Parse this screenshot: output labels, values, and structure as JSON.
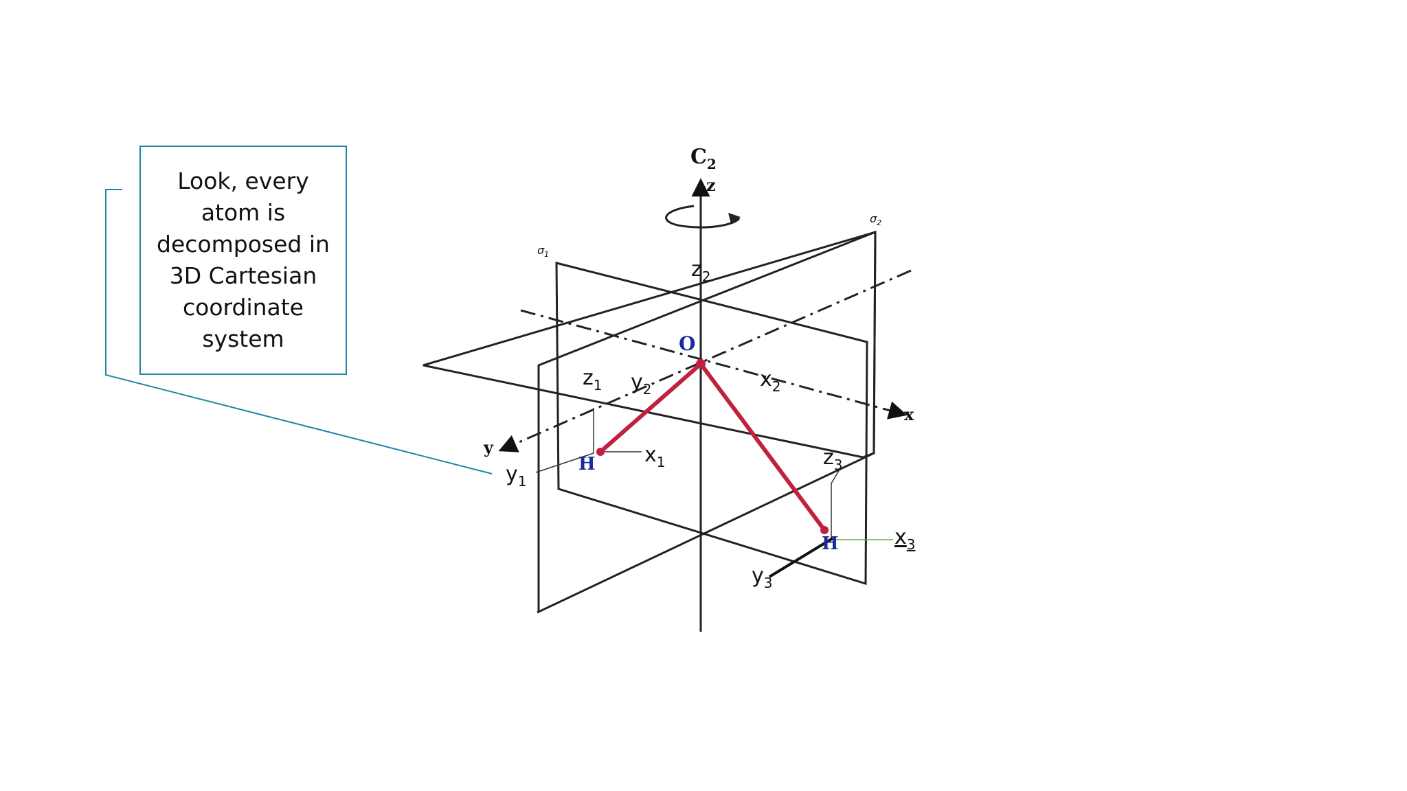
{
  "callout": {
    "text": "Look, every atom is decomposed in 3D Cartesian coordinate system",
    "border_color": "#1f86a6"
  },
  "diagram": {
    "symmetry_axis": {
      "base": "C",
      "sub": "2"
    },
    "axis_labels": {
      "z": "z",
      "x": "x",
      "y": "y"
    },
    "plane_labels": {
      "sigma1": {
        "base": "σ",
        "sub": "1"
      },
      "sigma2": {
        "base": "σ",
        "sub": "2"
      }
    },
    "atoms": {
      "oxygen": "O",
      "hydrogen_left": "H",
      "hydrogen_right": "H"
    },
    "coords": {
      "z1": {
        "base": "z",
        "sub": "1"
      },
      "y1": {
        "base": "y",
        "sub": "1"
      },
      "x1": {
        "base": "x",
        "sub": "1"
      },
      "z2": {
        "base": "z",
        "sub": "2"
      },
      "y2": {
        "base": "y",
        "sub": "2"
      },
      "x2": {
        "base": "x",
        "sub": "2"
      },
      "z3": {
        "base": "z",
        "sub": "3"
      },
      "y3": {
        "base": "y",
        "sub": "3"
      },
      "x3": {
        "base": "x",
        "sub": "3"
      }
    },
    "colors": {
      "bond": "#c0213f",
      "atom_label": "#1a2a9a",
      "callout_leader": "#1f86a6",
      "x3_leader": "#6aa84f",
      "lines": "#222222"
    }
  }
}
